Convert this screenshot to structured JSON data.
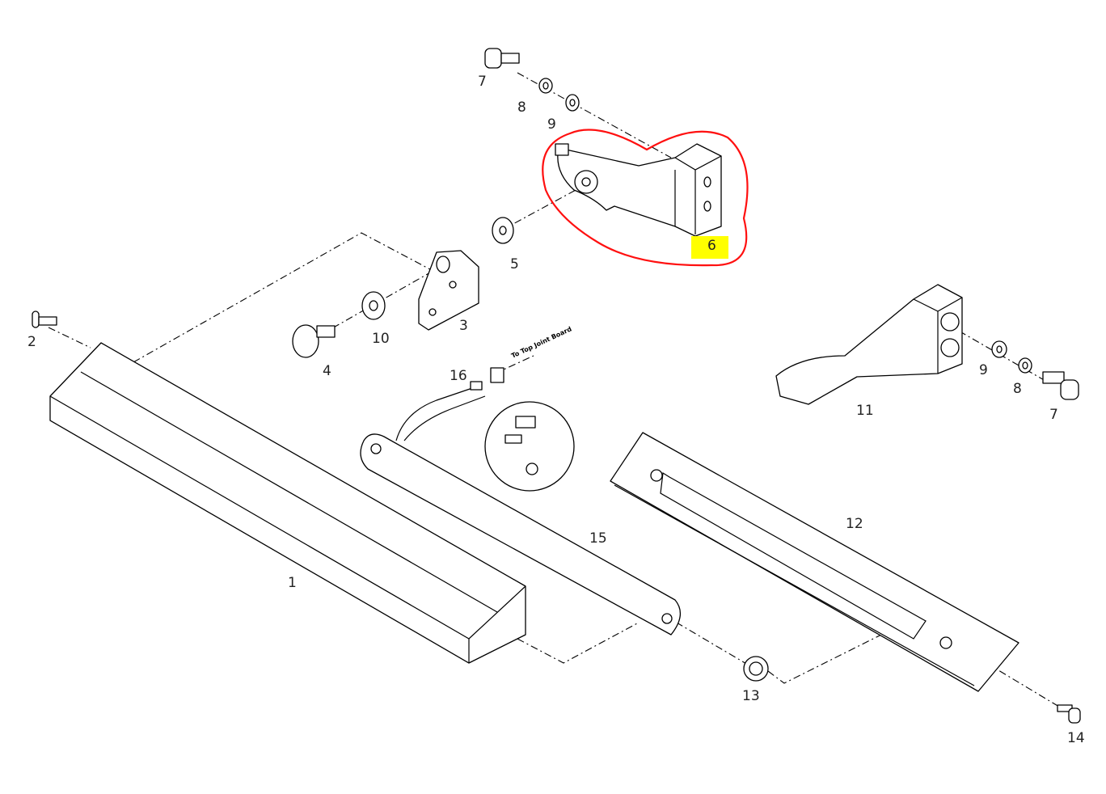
{
  "diagram": {
    "type": "exploded-parts-diagram",
    "highlighted_part": "6",
    "highlight_color": "#ffff00",
    "circle_color": "#ff1010",
    "connector_note": "To Top Joint Board",
    "labels": {
      "p1": "1",
      "p2": "2",
      "p3": "3",
      "p4": "4",
      "p5": "5",
      "p6": "6",
      "p7a": "7",
      "p8a": "8",
      "p9a": "9",
      "p10": "10",
      "p11": "11",
      "p12": "12",
      "p13": "13",
      "p14": "14",
      "p15": "15",
      "p16": "16",
      "p7b": "7",
      "p8b": "8",
      "p9b": "9"
    }
  }
}
